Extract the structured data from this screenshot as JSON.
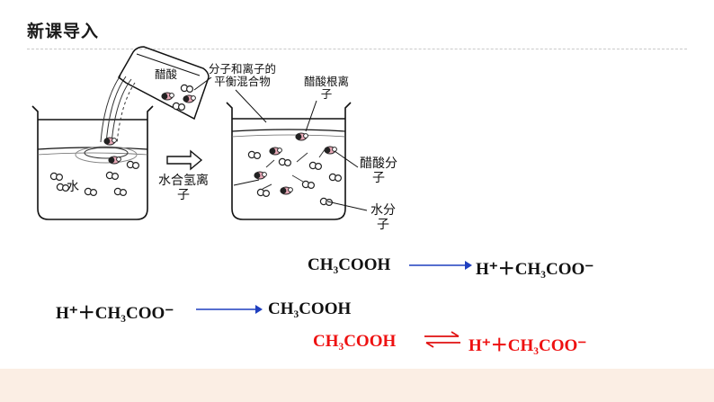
{
  "header": {
    "title": "新课导入"
  },
  "labels": {
    "acetic_acid": "醋酸",
    "water": "水",
    "equilibrium_mix_line1": "分子和离子的",
    "equilibrium_mix_line2": "平衡混合物",
    "acetate_line1": "醋酸根离",
    "acetate_line2": "子",
    "hydronium_line1": "水合氢离",
    "hydronium_line2": "子",
    "acetic_molecule_line1": "醋酸分",
    "acetic_molecule_line2": "子",
    "water_molecule_line1": "水分",
    "water_molecule_line2": "子"
  },
  "equations": {
    "eq1": {
      "left": "CH₃COOH",
      "right": "H⁺＋CH₃COO⁻",
      "arrow": "forward"
    },
    "eq2": {
      "left": "H⁺＋CH₃COO⁻",
      "right": "CH₃COOH",
      "arrow": "forward"
    },
    "eq3": {
      "left": "CH₃COOH",
      "right": "H⁺＋CH₃COO⁻",
      "arrow": "reversible"
    }
  },
  "colors": {
    "arrow_blue": "#1f3fbf",
    "equilibrium_red": "#e11111",
    "footer": "#fbeee4"
  }
}
